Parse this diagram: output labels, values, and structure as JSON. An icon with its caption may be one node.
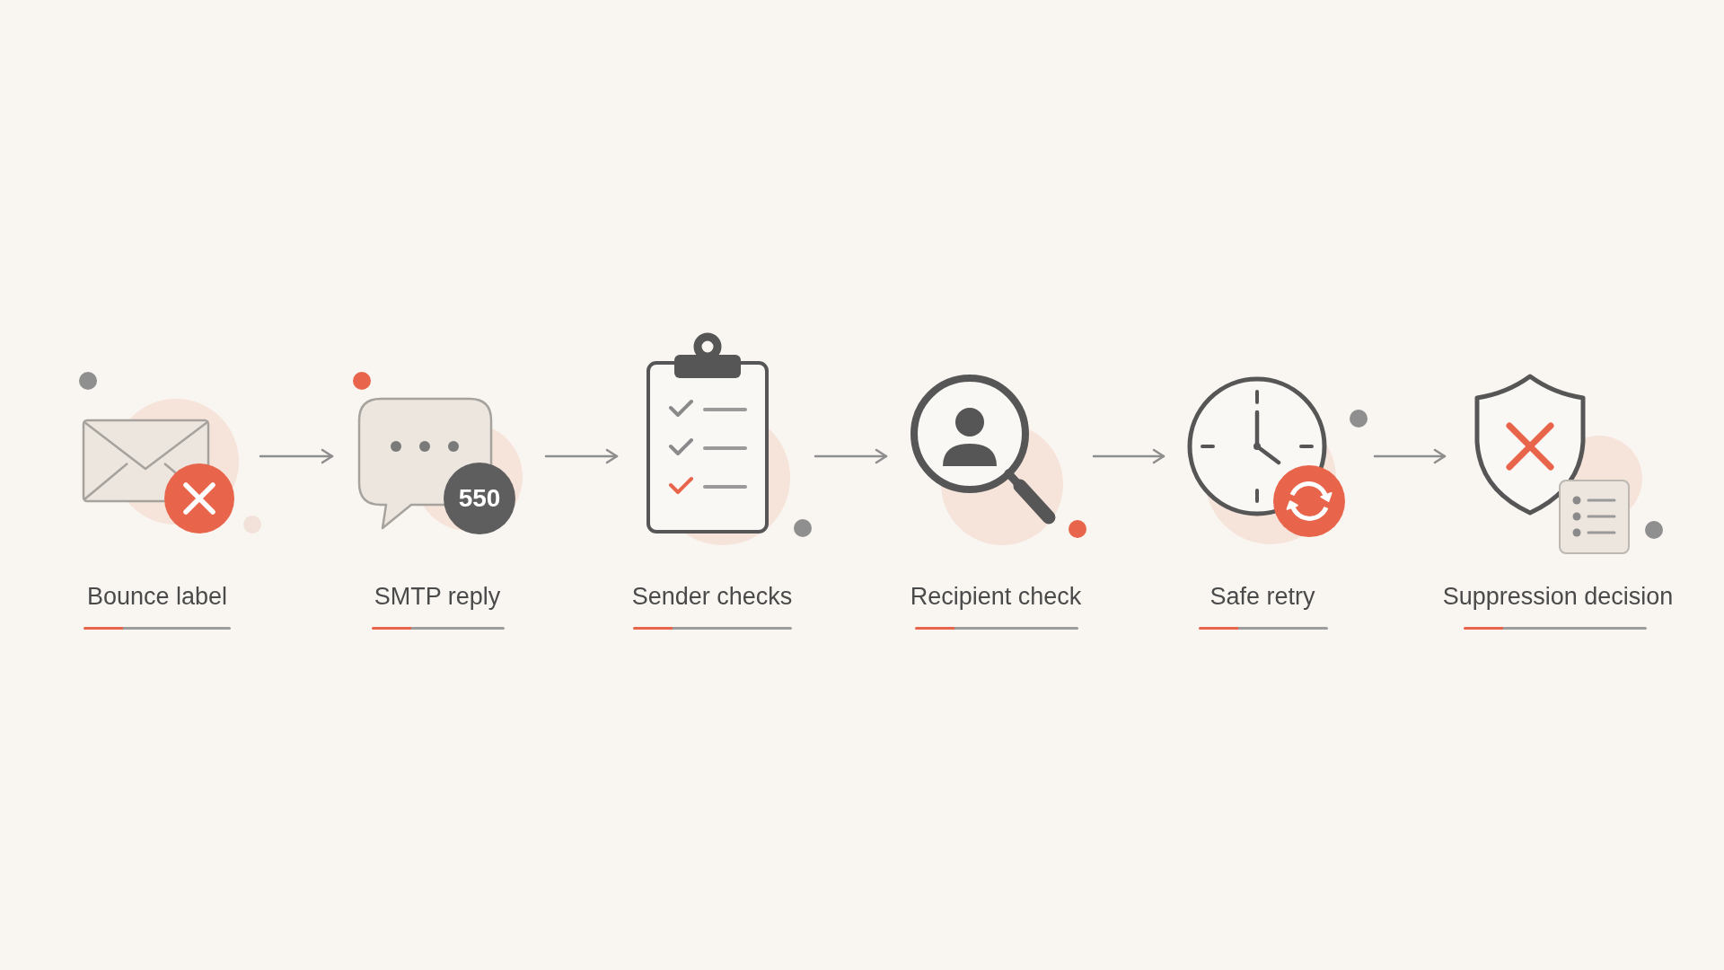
{
  "diagram": {
    "nodes": [
      {
        "text": [
          "Bounce label"
        ]
      },
      {
        "text": [
          "SMTP reply"
        ]
      },
      {
        "text": [
          "Sender checks"
        ]
      },
      {
        "text": [
          "Recipient check"
        ]
      },
      {
        "text": [
          "Safe retry"
        ]
      },
      {
        "text": [
          "Suppression decision"
        ]
      }
    ],
    "edges": [
      {
        "from": 0,
        "to": 1,
        "arrow": "to"
      },
      {
        "from": 1,
        "to": 2,
        "arrow": "to"
      },
      {
        "from": 2,
        "to": 3,
        "arrow": "to"
      },
      {
        "from": 3,
        "to": 4,
        "arrow": "to"
      },
      {
        "from": 4,
        "to": 5,
        "arrow": "to"
      }
    ],
    "labels": [
      "550"
    ]
  }
}
